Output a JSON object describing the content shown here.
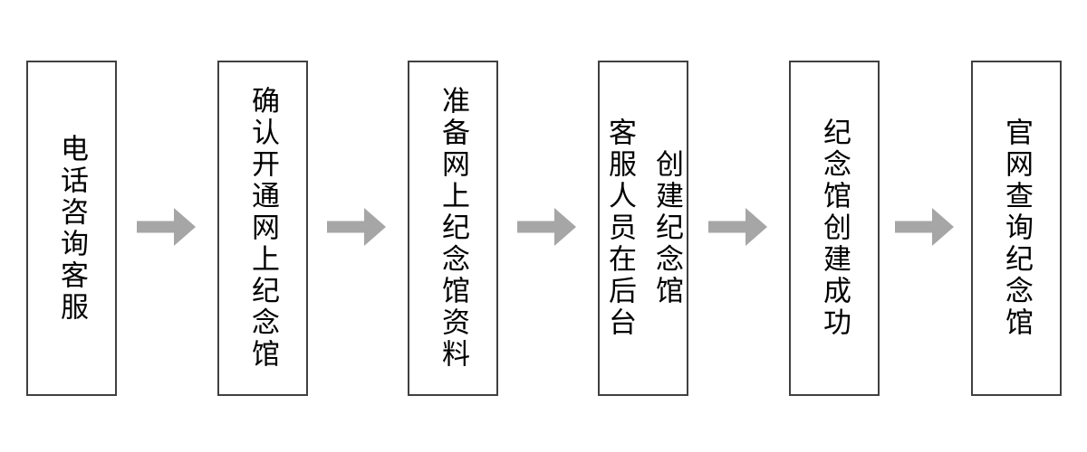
{
  "flowchart": {
    "type": "process-flow",
    "direction": "left-to-right",
    "colors": {
      "background": "#ffffff",
      "box_fill": "#ffffff",
      "box_border": "#404040",
      "text": "#000000",
      "arrow": "#a6a6a6"
    },
    "steps": [
      {
        "label": "电话咨询客服"
      },
      {
        "label": "确认开通网上纪念馆"
      },
      {
        "label": "准备网上纪念馆资料"
      },
      {
        "label": "客服人员在后台\n创建纪念馆"
      },
      {
        "label": "纪念馆创建成功"
      },
      {
        "label": "官网查询纪念馆"
      }
    ]
  }
}
